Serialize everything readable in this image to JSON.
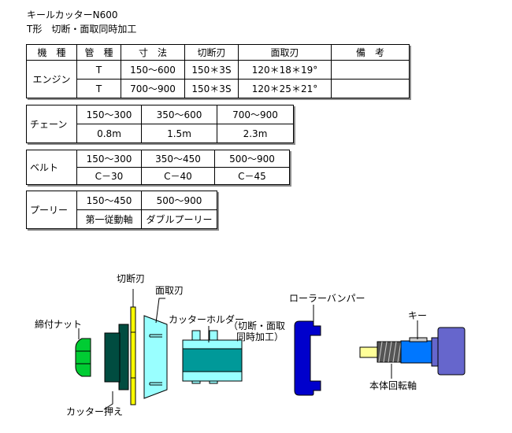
{
  "header": {
    "line1": "キールカッターN600",
    "line2": "T形　切断・面取同時加工"
  },
  "main_table": {
    "headers": [
      "機　種",
      "管　種",
      "寸　法",
      "切断刃",
      "面取刃",
      "備　考"
    ],
    "model": "エンジン",
    "rows": [
      {
        "pipe": "T",
        "size": "150～600",
        "cutter": "150＊3S",
        "chamfer": "120＊18＊19°",
        "note": ""
      },
      {
        "pipe": "T",
        "size": "700～900",
        "cutter": "150＊3S",
        "chamfer": "120＊25＊21°",
        "note": ""
      }
    ]
  },
  "chain_table": {
    "label": "チェーン",
    "sizes": [
      "150～300",
      "350～600",
      "700～900"
    ],
    "values": [
      "0.8m",
      "1.5m",
      "2.3m"
    ]
  },
  "belt_table": {
    "label": "ベルト",
    "sizes": [
      "150～300",
      "350～450",
      "500～900"
    ],
    "values": [
      "C－30",
      "C－40",
      "C－45"
    ]
  },
  "pulley_table": {
    "label": "プーリー",
    "sizes": [
      "150～450",
      "500～900"
    ],
    "values": [
      "第一従動軸",
      "ダブルプーリー"
    ]
  },
  "diagram": {
    "labels": {
      "cutting_blade": "切断刃",
      "chamfer_blade": "面取刃",
      "cutter_holder": "カッターホルダー",
      "note_line1": "（切断・面取",
      "note_line2": "同時加工）",
      "roller_bumper": "ローラーバンパー",
      "key": "キー",
      "tightening_nut": "締付ナット",
      "cutter_retainer": "カッター押え",
      "main_shaft": "本体回転軸"
    },
    "colors": {
      "nut": "#00cc33",
      "retainer": "#004c40",
      "cutter_blade": "#ffff00",
      "chamfer_blade": "#99ffff",
      "holder_light": "#99ffff",
      "holder_dark": "#009999",
      "bumper": "#0000cc",
      "shaft_tip": "#ffff99",
      "shaft_thread": "#555555",
      "shaft_body": "#0077ff",
      "motor": "#6666cc"
    }
  }
}
